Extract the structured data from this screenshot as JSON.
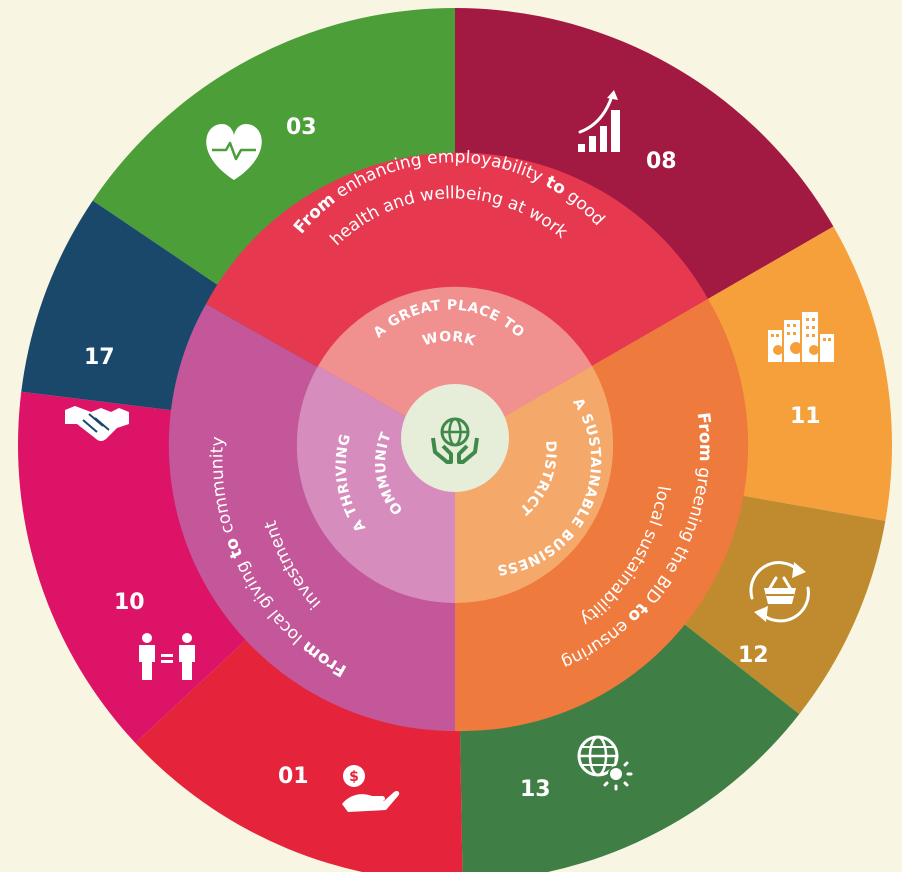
{
  "goals": [
    {
      "number": "03",
      "icon": "heart-pulse-icon",
      "color": "#4c9f38"
    },
    {
      "number": "08",
      "icon": "growth-chart-icon",
      "color": "#a21942"
    },
    {
      "number": "11",
      "icon": "city-buildings-icon",
      "color": "#f5a03a"
    },
    {
      "number": "12",
      "icon": "recycle-basket-icon",
      "color": "#bf8b2e"
    },
    {
      "number": "13",
      "icon": "globe-sun-icon",
      "color": "#3f7e44"
    },
    {
      "number": "01",
      "icon": "hand-coin-icon",
      "color": "#e5243b"
    },
    {
      "number": "10",
      "icon": "equal-people-icon",
      "color": "#dd1367"
    },
    {
      "number": "17",
      "icon": "handshake-icon",
      "color": "#19486a"
    }
  ],
  "ring": {
    "work": {
      "from": "From",
      "t1": " enhancing employability ",
      "to": "to",
      "t2": " good",
      "line2": "health and wellbeing at work",
      "color": "#e63950"
    },
    "business": {
      "from": "From",
      "t1": " greening the BID ",
      "to": "to",
      "t2": " ensuring",
      "line2": "local sustainability",
      "color": "#ee7a3d"
    },
    "community": {
      "from": "From",
      "t1": " local giving ",
      "to": "to",
      "t2": " community",
      "line2": "investment",
      "color": "#c3579a"
    }
  },
  "inner": {
    "work": {
      "line1": "A GREAT PLACE TO",
      "line2": "WORK",
      "color": "#f0908f"
    },
    "business": {
      "line1": "A SUSTAINABLE BUSINESS",
      "line2": "DISTRICT",
      "color": "#f4a86a"
    },
    "community": {
      "line1": "A THRIVING",
      "line2": "COMMUNITY",
      "color": "#d68dbd"
    }
  },
  "center": {
    "icon": "globe-in-hands-icon",
    "color": "#e6edd8",
    "icon_color": "#3f8a4a"
  }
}
